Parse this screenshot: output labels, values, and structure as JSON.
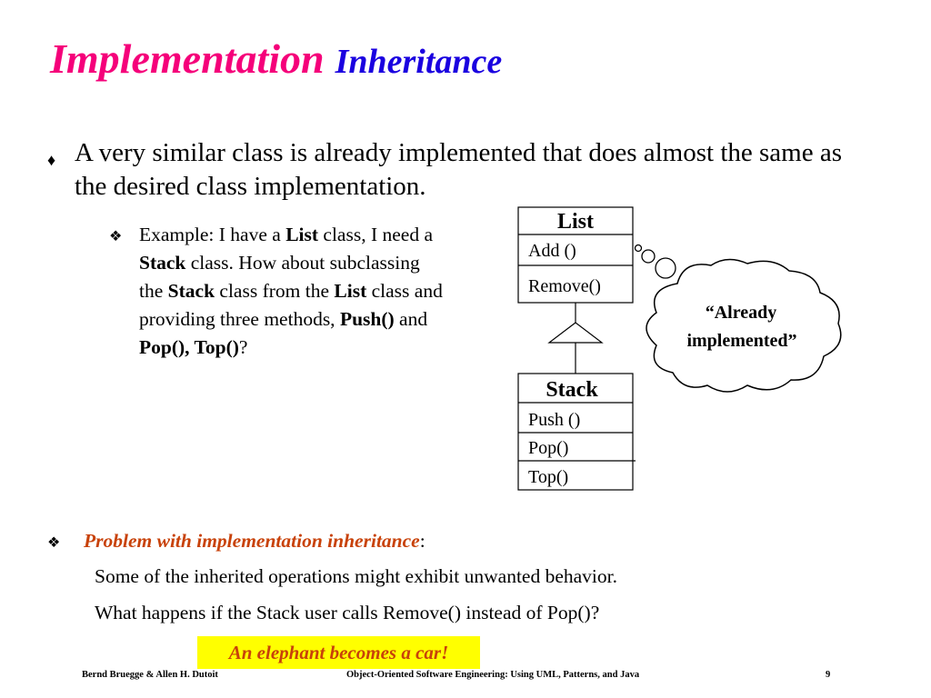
{
  "title": {
    "part1": "Implementation",
    "part2": "Inheritance",
    "part1_color": "#f5007a",
    "part2_color": "#1a00e0"
  },
  "bullet1": {
    "marker": "♦",
    "text": "A very similar class is already implemented that does almost the same as the desired class implementation."
  },
  "sub_bullet": {
    "marker": "❖",
    "parts": [
      "Example: I have a ",
      "List",
      " class, I need a ",
      "Stack",
      " class. How about subclassing the  ",
      "Stack",
      " class from the ",
      "List",
      " class and providing three methods, ",
      "Push()",
      " and ",
      "Pop(), Top()",
      "?"
    ]
  },
  "uml": {
    "list": {
      "name": "List",
      "methods": [
        "Add ()",
        "Remove()"
      ]
    },
    "stack": {
      "name": "Stack",
      "methods": [
        "Push ()",
        "Pop()",
        "Top()"
      ]
    },
    "thought_bubble": {
      "line1": "“Already",
      "line2": "implemented”"
    }
  },
  "problem": {
    "marker": "❖",
    "heading": "Problem with implementation inheritance",
    "colon": ":",
    "line1": "Some of the inherited operations might exhibit unwanted behavior.",
    "line2": "What happens if the Stack user calls Remove() instead of Pop()?"
  },
  "callout": {
    "text": "An elephant becomes a car!"
  },
  "footer": {
    "authors": "Bernd Bruegge & Allen H. Dutoit",
    "book": "Object-Oriented Software Engineering: Using UML, Patterns, and Java",
    "page": "9"
  }
}
